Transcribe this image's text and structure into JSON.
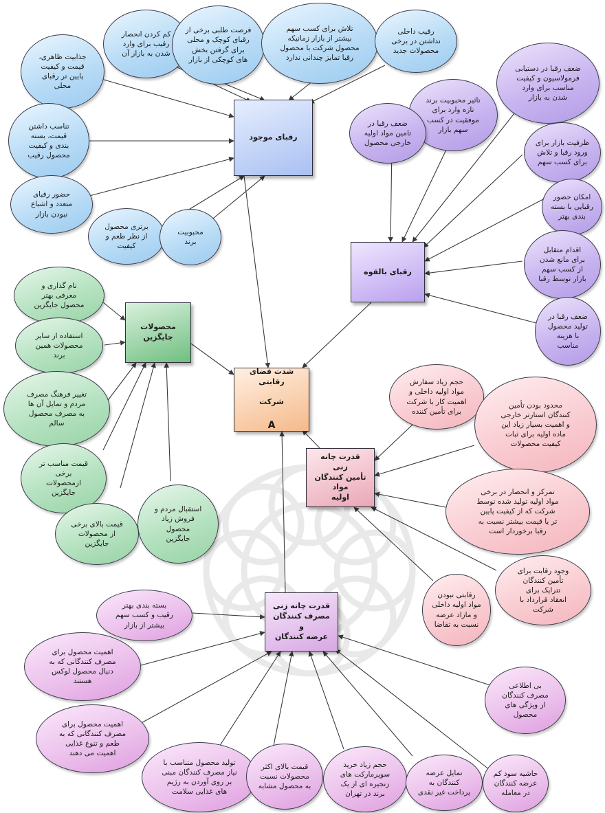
{
  "diagram": {
    "center": {
      "line1": "شدت فضای رقابتی",
      "line2": "شرکت",
      "letter": "A"
    },
    "boxes": {
      "existing_rivals": "رقبای موجود",
      "potential_rivals": "رقبای بالقوه",
      "substitutes": "محصولات جایگزین",
      "supplier_power": "قدرت چانه زنی\nتأمین کنندگان مواد\nاولیه",
      "buyer_power": "قدرت چانه زنی\nمصرف کنندگان و\nعرضه کنندگان"
    },
    "existing_rivals_factors": [
      "جذابیت ظاهری،\nقیمت و کیفیت\nپایین تر رقبای\nمحلی",
      "کم کردن انحصار\nرقیب برای وارد\nشدن به بازار آن",
      "فرصت طلبی برخی از\nرقبای کوچک و محلی\nبرای گرفتن بخش\nهای کوچکی از بازار",
      "تلاش برای کسب سهم\nبیشتر از بازار زمانیکه\nمحصول شرکت با محصول\nرقبا تمایز چندانی ندارد",
      "رقیب داخلی\nنداشتن در برخی\nمحصولات جدید",
      "تناسب داشتن\nقیمت، بسته\nبندی و کیفیت\nمحصول رقیب",
      "حضور رقبای\nمتعدد و اشباع\nنبودن بازار",
      "برتری محصول\nاز نظر طعم و\nکیفیت",
      "محبوبیت\nبرند"
    ],
    "potential_rivals_factors": [
      "ضعف رقبا در دستیابی\nفرمولاسیون و کیفیت\nمناسب برای وارد\nشدن به بازار",
      "تاثیر محبوبیت برند\nتازه وارد برای\nموفقیت در کسب\nسهم بازار",
      "ضعف رقبا در\nتامین مواد اولیه\nخارجی محصول",
      "ظرفیت بازار برای\nورود رقبا و تلاش\nبرای کسب سهم",
      "امکان حضور\nرقبایی با بسته\nبندی بهتر",
      "اقدام متقابل\nبرای مانع شدن\nاز کسب سهم\nبازار توسط رقبا",
      "ضعف رقبا در\nتولید محصول\nبا هزینه\nمناسب"
    ],
    "substitute_factors": [
      "نام گذاری و\nمعرفی بهتر\nمحصول جایگزین",
      "استفاده از سایر\nمحصولات همین\nبرند",
      "تغییر فرهنگ مصرف\nمردم و تمایل آن ها\nبه مصرف محصول\nسالم",
      "قیمت مناسب تر\nبرخی\nازمحصولات\nجایگزین",
      "قیمت بالای برخی\nاز محصولات\nجایگزین",
      "استقبال مردم و\nفروش زیاد\nمحصول\nجایگزین"
    ],
    "supplier_factors": [
      "حجم زیاد سفارش\nمواد اولیه داخلی و\nاهمیت کار با شرکت\nبرای تأمین کننده",
      "محدود بودن تأمین\nکنندگان استارتر خارجی\nو اهمیت بسیار زیاد این\nماده اولیه برای ثبات\nکیفیت محصولات",
      "تمرکز و انحصار در برخی\nمواد اولیه تولید شده توسط\nشرکت که از کیفیت پایین\nتر یا قیمت بیشتر نسبت به\nرقبا برخوردار است",
      "وجود رقابت برای\nتأمین کنندگان\nتتراپک برای\nانعقاد قرارداد با\nشرکت",
      "رقابتی نبودن\nمواد اولیه داخلی\nو مازاد عرضه\nنسبت به تقاضا"
    ],
    "buyer_factors": [
      "بسته بندی بهتر\nرقیب و کسب سهم\nبیشتر از بازار",
      "اهمیت محصول برای\nمصرف کنندگانی که به\nدنبال محصول لوکس\nهستند",
      "اهمیت محصول برای\nمصرف کنندگانی که به\nطعم و تنوع غذایی\nاهمیت می دهند",
      "تولید محصول متناسب با\nنیاز مصرف کنندگان مبنی\nبر روی آوردن به رژیم\nهای غذایی سلامت",
      "قیمت بالای اکثر\nمحصولات نسبت\nبه محصول مشابه",
      "حجم زیاد خرید\nسوپرمارکت های\nزنجیره ای از یک\nبرند در تهران",
      "تمایل عرضه\nکنندگان به\nپرداخت غیر نقدی",
      "حاشیه سود کم\nعرضه کنندگان\nدر معامله",
      "بی اطلاعی\nمصرف کنندگان\nاز ویژگی های\nمحصول"
    ]
  },
  "colors": {
    "existing": "#9ccbef",
    "potential": "#b39ce6",
    "substitute": "#98d3a6",
    "supplier": "#f4b5bd",
    "buyer": "#df9fe0",
    "center": "#f5b98a",
    "arrow": "#3a3a3a"
  }
}
